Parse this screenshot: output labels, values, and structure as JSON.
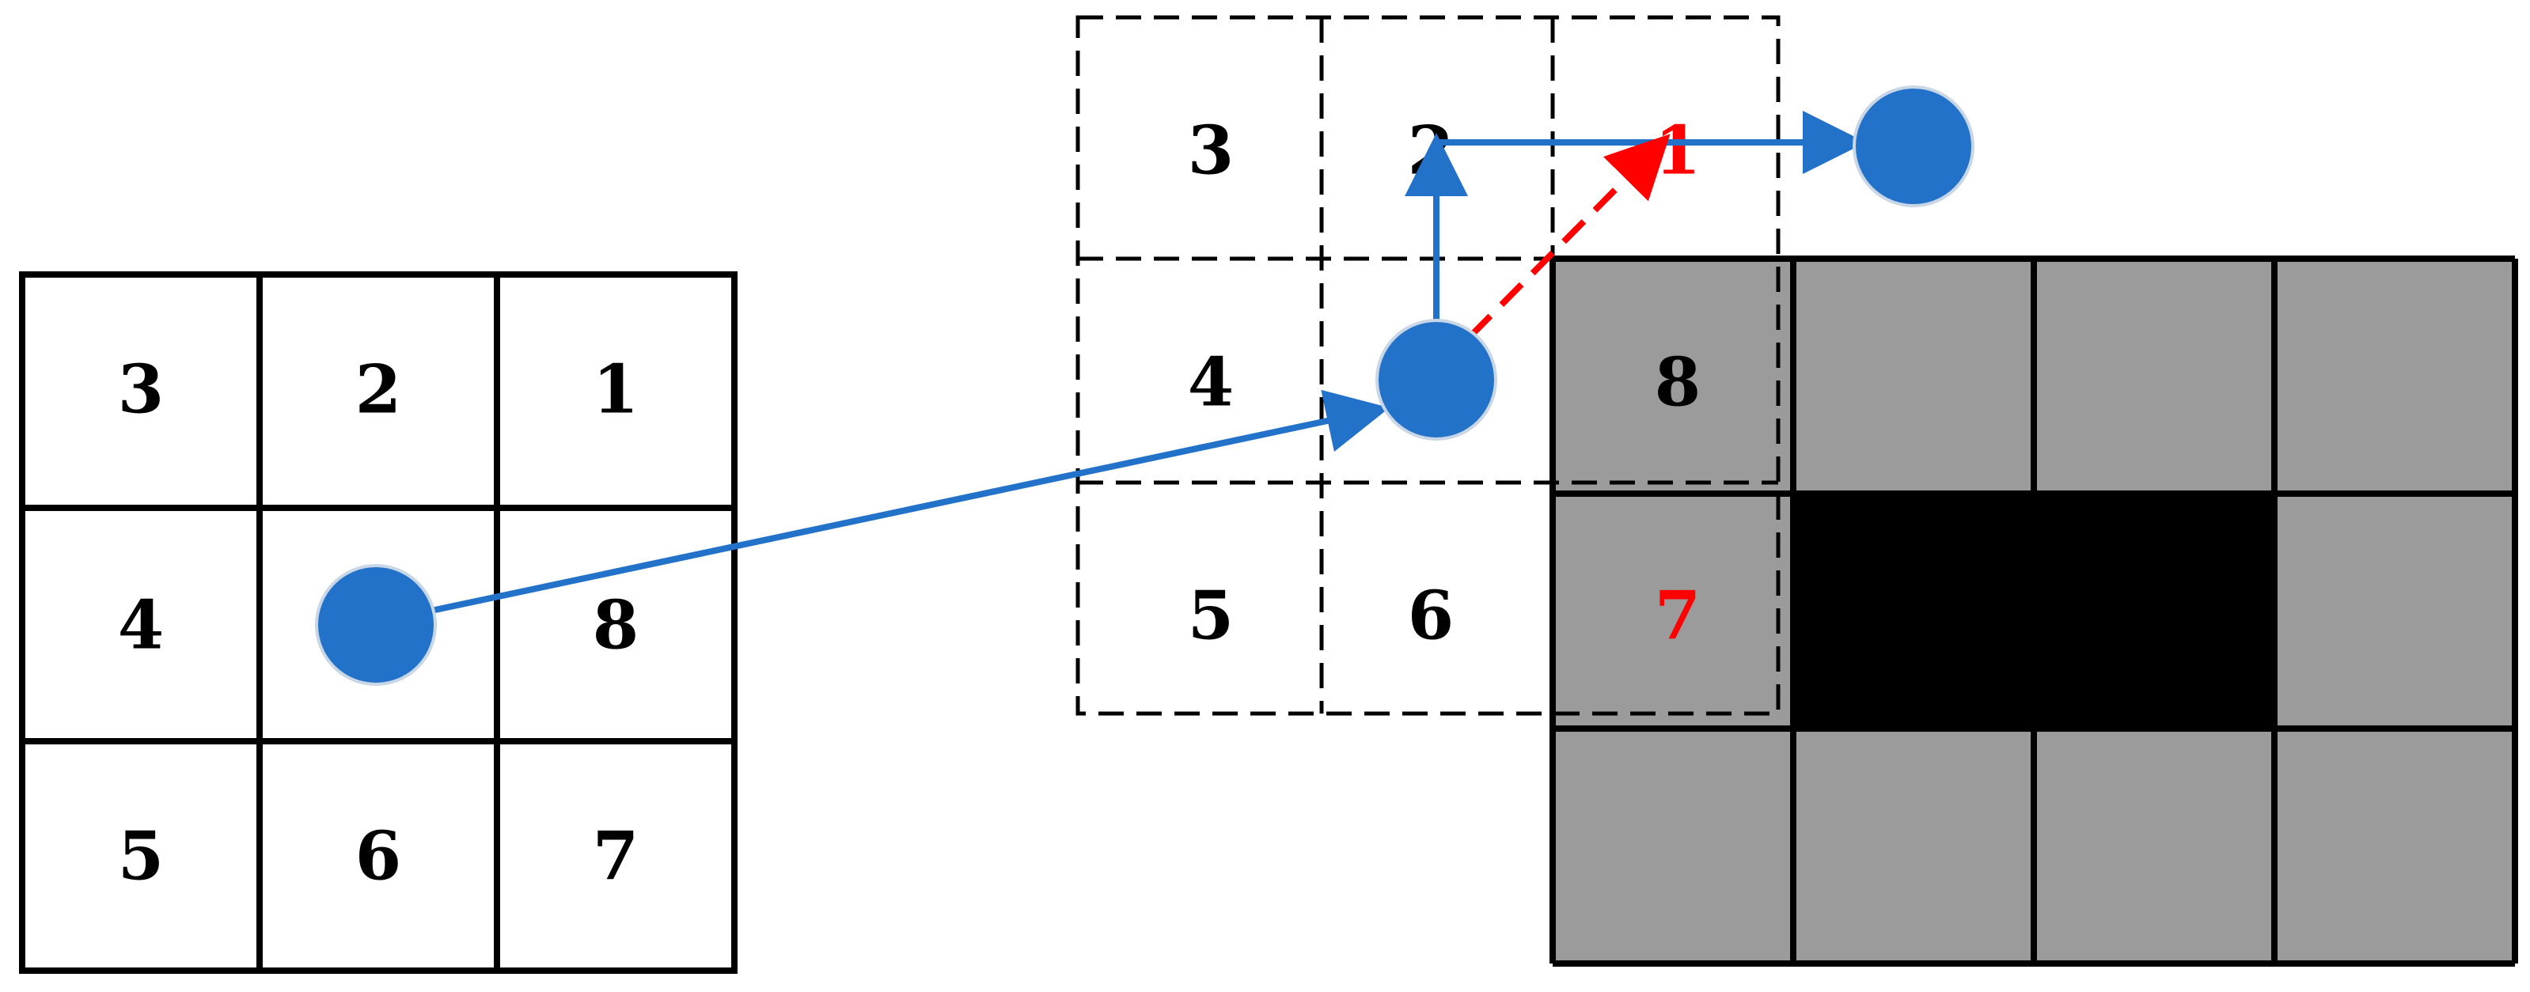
{
  "colors": {
    "grid_line": "#000000",
    "obstacle_gray": "#9b9b9b",
    "obstacle_black": "#000000",
    "path_blue": "#2272c9",
    "highlight_red": "#ff0000",
    "label_black": "#000000"
  },
  "left_grid": {
    "labels": [
      "3",
      "2",
      "1",
      "4",
      "",
      "8",
      "5",
      "6",
      "7"
    ]
  },
  "middle_grid": {
    "labels": [
      "3",
      "2",
      "1",
      "4",
      "",
      "8",
      "5",
      "6",
      "7"
    ],
    "red_labels": [
      "1",
      "7"
    ]
  },
  "obstacle_map": {
    "rows": 3,
    "cols": 4,
    "cells": [
      "gray",
      "gray",
      "gray",
      "gray",
      "gray",
      "black",
      "black",
      "gray",
      "gray",
      "gray",
      "gray",
      "gray"
    ]
  },
  "path": {
    "move_1": "left center to middle center",
    "move_2": "middle center to cell 2",
    "move_3": "cell 2 to goal",
    "blocked_move": "middle center to cell 1"
  }
}
